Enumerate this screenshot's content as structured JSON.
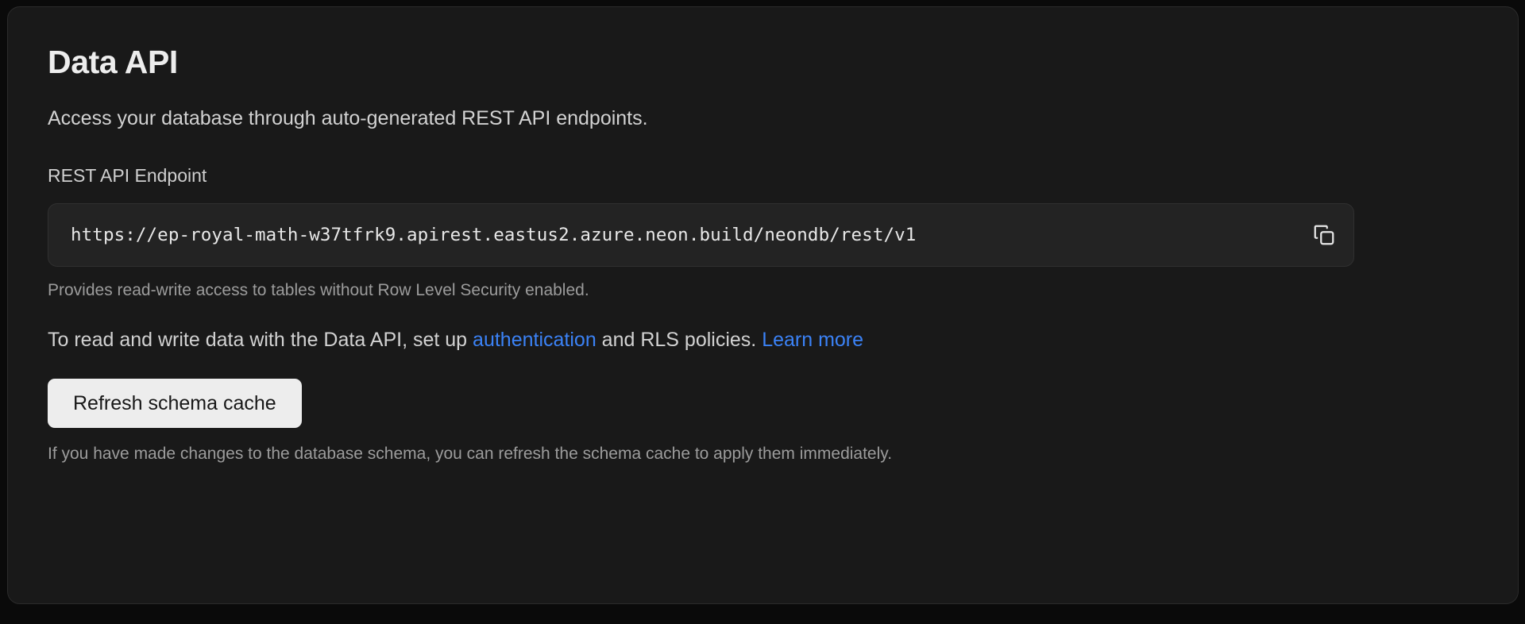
{
  "card": {
    "title": "Data API",
    "description": "Access your database through auto-generated REST API endpoints.",
    "endpoint": {
      "label": "REST API Endpoint",
      "value": "https://ep-royal-math-w37tfrk9.apirest.eastus2.azure.neon.build/neondb/rest/v1",
      "placeholder": "https://",
      "copy_icon": "copy-icon",
      "help": "Provides read-write access to tables without Row Level Security enabled."
    },
    "auth_note": {
      "prefix": "To read and write data with the Data API, set up ",
      "link_auth": "authentication",
      "middle": " and RLS policies. ",
      "link_learn_more": "Learn more"
    },
    "refresh": {
      "label": "Refresh schema cache",
      "help": "If you have made changes to the database schema, you can refresh the schema cache to apply them immediately."
    }
  },
  "colors": {
    "page_bg": "#0a0a0a",
    "card_bg": "#191919",
    "card_border": "#2b2b2b",
    "input_bg": "#232323",
    "link": "#3b82f6",
    "button_bg": "#ededed",
    "button_text": "#171717",
    "text_primary": "#ededed",
    "text_secondary": "#d2d2d2",
    "text_muted": "#9c9c9c"
  }
}
